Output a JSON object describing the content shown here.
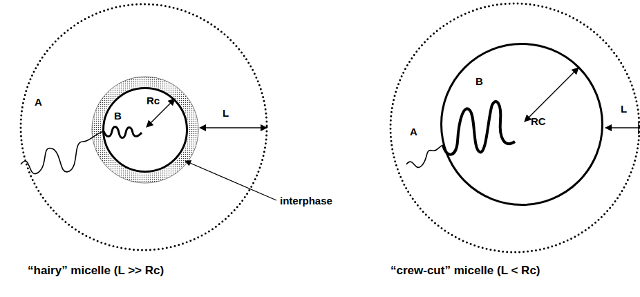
{
  "diagram": {
    "nodes": [
      {
        "text": [
          "A",
          "L"
        ]
      },
      {
        "text": [
          "B",
          "Rc"
        ],
        "in": 0
      },
      {
        "text": [
          "A",
          "L"
        ]
      },
      {
        "text": [
          "B",
          "RC"
        ],
        "in": 2
      }
    ],
    "labels": [
      "interphase",
      "“hairy” micelle (L >> Rc)",
      "“crew-cut” micelle (L < Rc)"
    ]
  }
}
